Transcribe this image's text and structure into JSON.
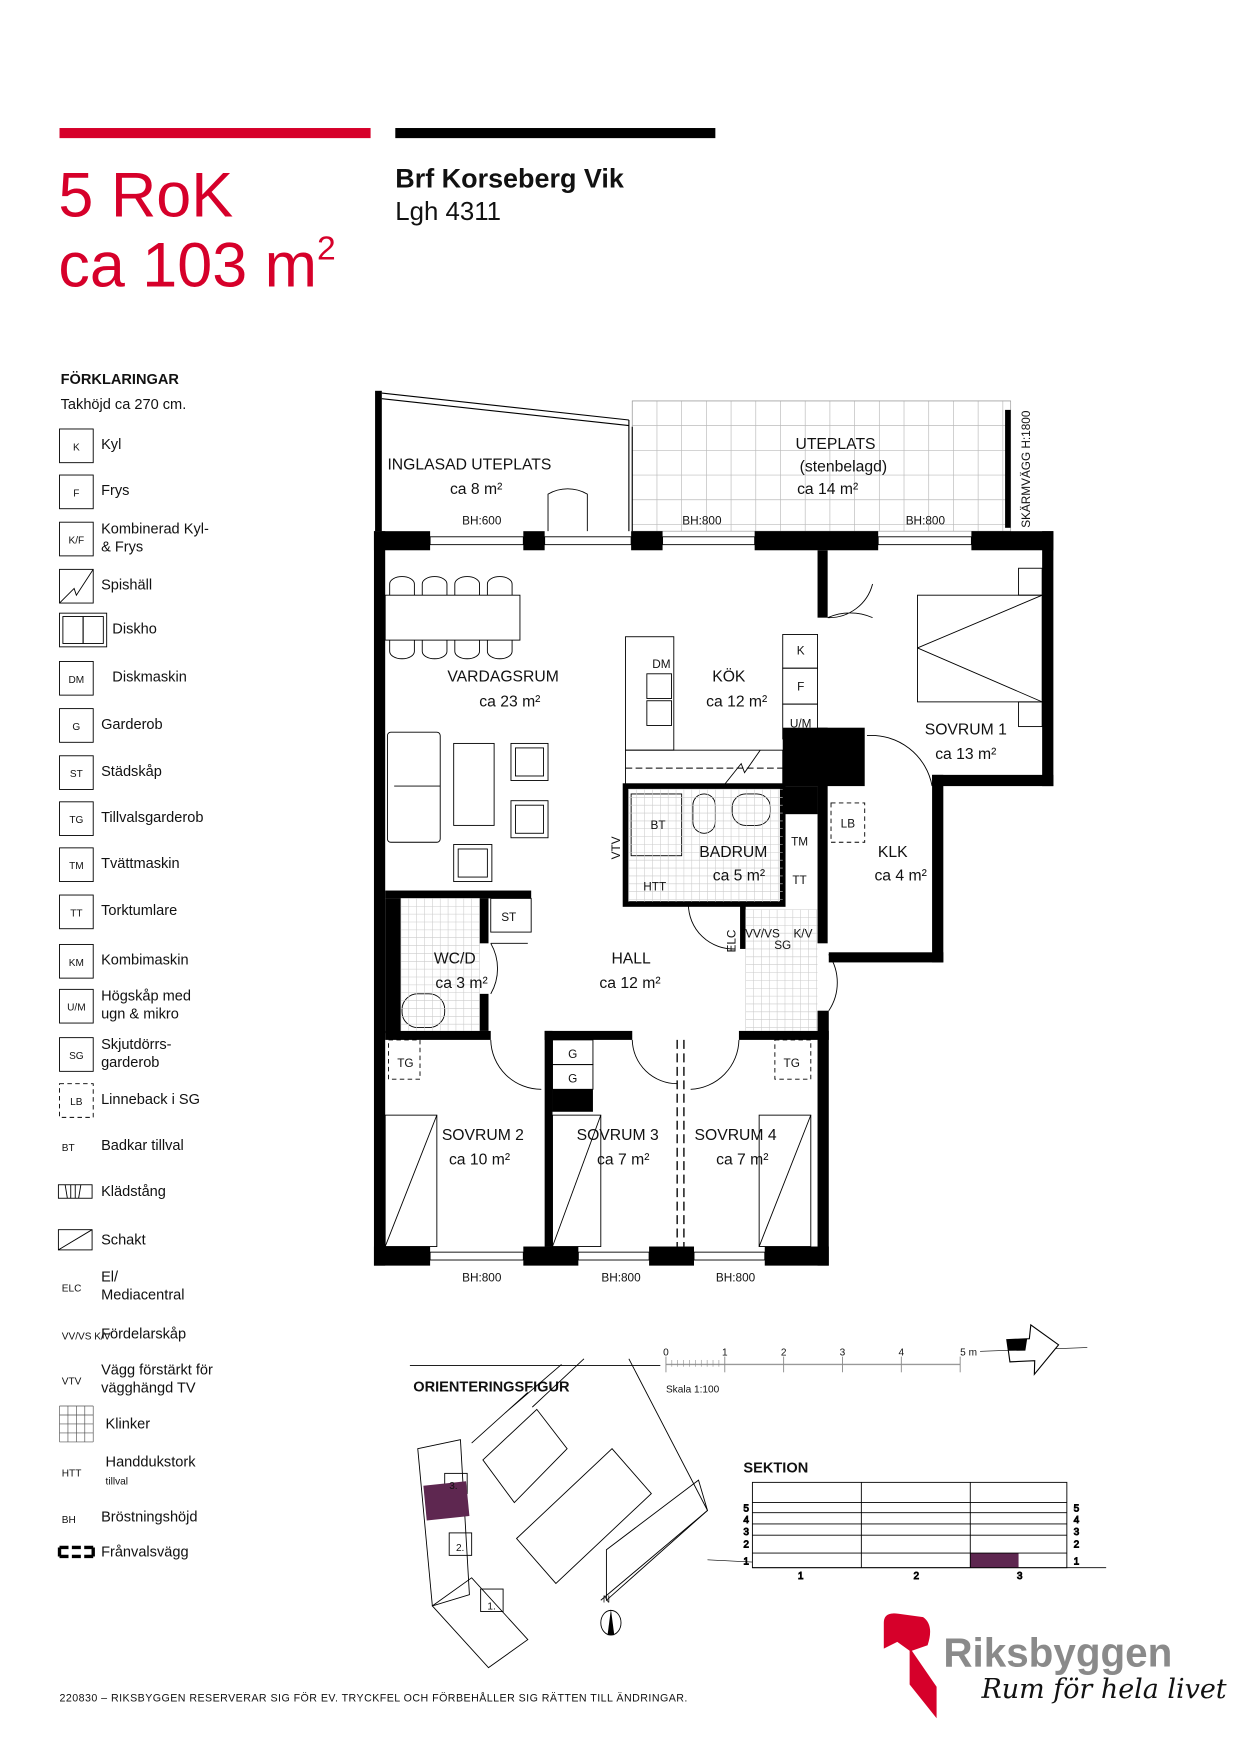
{
  "header": {
    "rooms_type": "5 RoK",
    "area": "ca 103 m",
    "area_sup": "2",
    "project": "Brf Korseberg Vik",
    "apartment": "Lgh 4311"
  },
  "legend": {
    "title": "FÖRKLARINGAR",
    "ceiling": "Takhöjd ca 270 cm.",
    "items": [
      {
        "code": "K",
        "label": "Kyl"
      },
      {
        "code": "F",
        "label": "Frys"
      },
      {
        "code": "K/F",
        "label": "Kombinerad Kyl-",
        "label2": "& Frys"
      },
      {
        "code": "",
        "label": "Spishäll"
      },
      {
        "code": "",
        "label": "Diskho"
      },
      {
        "code": "DM",
        "label": "Diskmaskin"
      },
      {
        "code": "G",
        "label": "Garderob"
      },
      {
        "code": "ST",
        "label": "Städskåp"
      },
      {
        "code": "TG",
        "label": "Tillvalsgarderob"
      },
      {
        "code": "TM",
        "label": "Tvättmaskin"
      },
      {
        "code": "TT",
        "label": "Torktumlare"
      },
      {
        "code": "KM",
        "label": "Kombimaskin"
      },
      {
        "code": "U/M",
        "label": "Högskåp med",
        "label2": "ugn & mikro"
      },
      {
        "code": "SG",
        "label": "Skjutdörrs-",
        "label2": "garderob"
      },
      {
        "code": "LB",
        "label": "Linneback i SG"
      },
      {
        "code": "BT",
        "label": "Badkar tillval"
      },
      {
        "code": "",
        "label": "Klädstång"
      },
      {
        "code": "",
        "label": "Schakt"
      },
      {
        "code": "ELC",
        "label": "El/",
        "label2": "Mediacentral"
      },
      {
        "code": "VV/VS K/V",
        "label": "Fördelarskåp"
      },
      {
        "code": "VTV",
        "label": "Vägg förstärkt för",
        "label2": "vägghängd TV"
      },
      {
        "code": "",
        "label": "Klinker"
      },
      {
        "code": "HTT",
        "label": "Handdukstork",
        "label2": "tillval"
      },
      {
        "code": "BH",
        "label": "Bröstningshöjd"
      },
      {
        "code": "",
        "label": "Frånvalsvägg"
      }
    ]
  },
  "plan": {
    "rooms": [
      {
        "name": "INGLASAD UTEPLATS",
        "area": "ca 8 m²"
      },
      {
        "name": "UTEPLATS",
        "name2": "(stenbelagd)",
        "area": "ca 14 m²"
      },
      {
        "name": "VARDAGSRUM",
        "area": "ca 23 m²"
      },
      {
        "name": "KÖK",
        "area": "ca 12 m²"
      },
      {
        "name": "SOVRUM 1",
        "area": "ca 13 m²"
      },
      {
        "name": "BADRUM",
        "area": "ca 5 m²"
      },
      {
        "name": "KLK",
        "area": "ca 4 m²"
      },
      {
        "name": "WC/D",
        "area": "ca 3 m²"
      },
      {
        "name": "HALL",
        "area": "ca 12 m²"
      },
      {
        "name": "SOVRUM 2",
        "area": "ca 10 m²"
      },
      {
        "name": "SOVRUM 3",
        "area": "ca 7 m²"
      },
      {
        "name": "SOVRUM 4",
        "area": "ca 7 m²"
      }
    ],
    "screen_wall": "SKÄRMVÄGG H:1800",
    "bh": [
      "BH:600",
      "BH:800",
      "BH:800",
      "BH:800",
      "BH:800",
      "BH:800"
    ],
    "codes": {
      "K": "K",
      "F": "F",
      "UM": "U/M",
      "DM": "DM",
      "BT": "BT",
      "HTT": "HTT",
      "TM": "TM",
      "TT": "TT",
      "LB": "LB",
      "VTV": "VTV",
      "ST": "ST",
      "ELC": "ELC",
      "VVVS": "VV/VS",
      "KV": "K/V",
      "SG": "SG",
      "G": "G",
      "TG": "TG"
    }
  },
  "scale": {
    "ticks": [
      "0",
      "1",
      "2",
      "3",
      "4",
      "5 m"
    ],
    "label": "Skala 1:100"
  },
  "orientation": {
    "title": "ORIENTERINGSFIGUR",
    "buildings": [
      "1.",
      "2.",
      "3."
    ],
    "north": "N",
    "highlight_color": "#5e2750"
  },
  "section": {
    "title": "SEKTION",
    "floors": [
      "1",
      "2",
      "3",
      "4",
      "5"
    ],
    "stairs": [
      "1",
      "2",
      "3"
    ],
    "highlight": {
      "floor": 1,
      "stair": 3
    }
  },
  "logo": {
    "name": "Riksbyggen",
    "tagline": "Rum för hela livet"
  },
  "footer": "220830 – RIKSBYGGEN RESERVERAR SIG FÖR EV. TRYCKFEL OCH FÖRBEHÅLLER SIG RÄTTEN TILL ÄNDRINGAR.",
  "colors": {
    "brand_red": "#d6002a",
    "highlight": "#5e2750",
    "logo_grey": "#8a8a8a"
  }
}
